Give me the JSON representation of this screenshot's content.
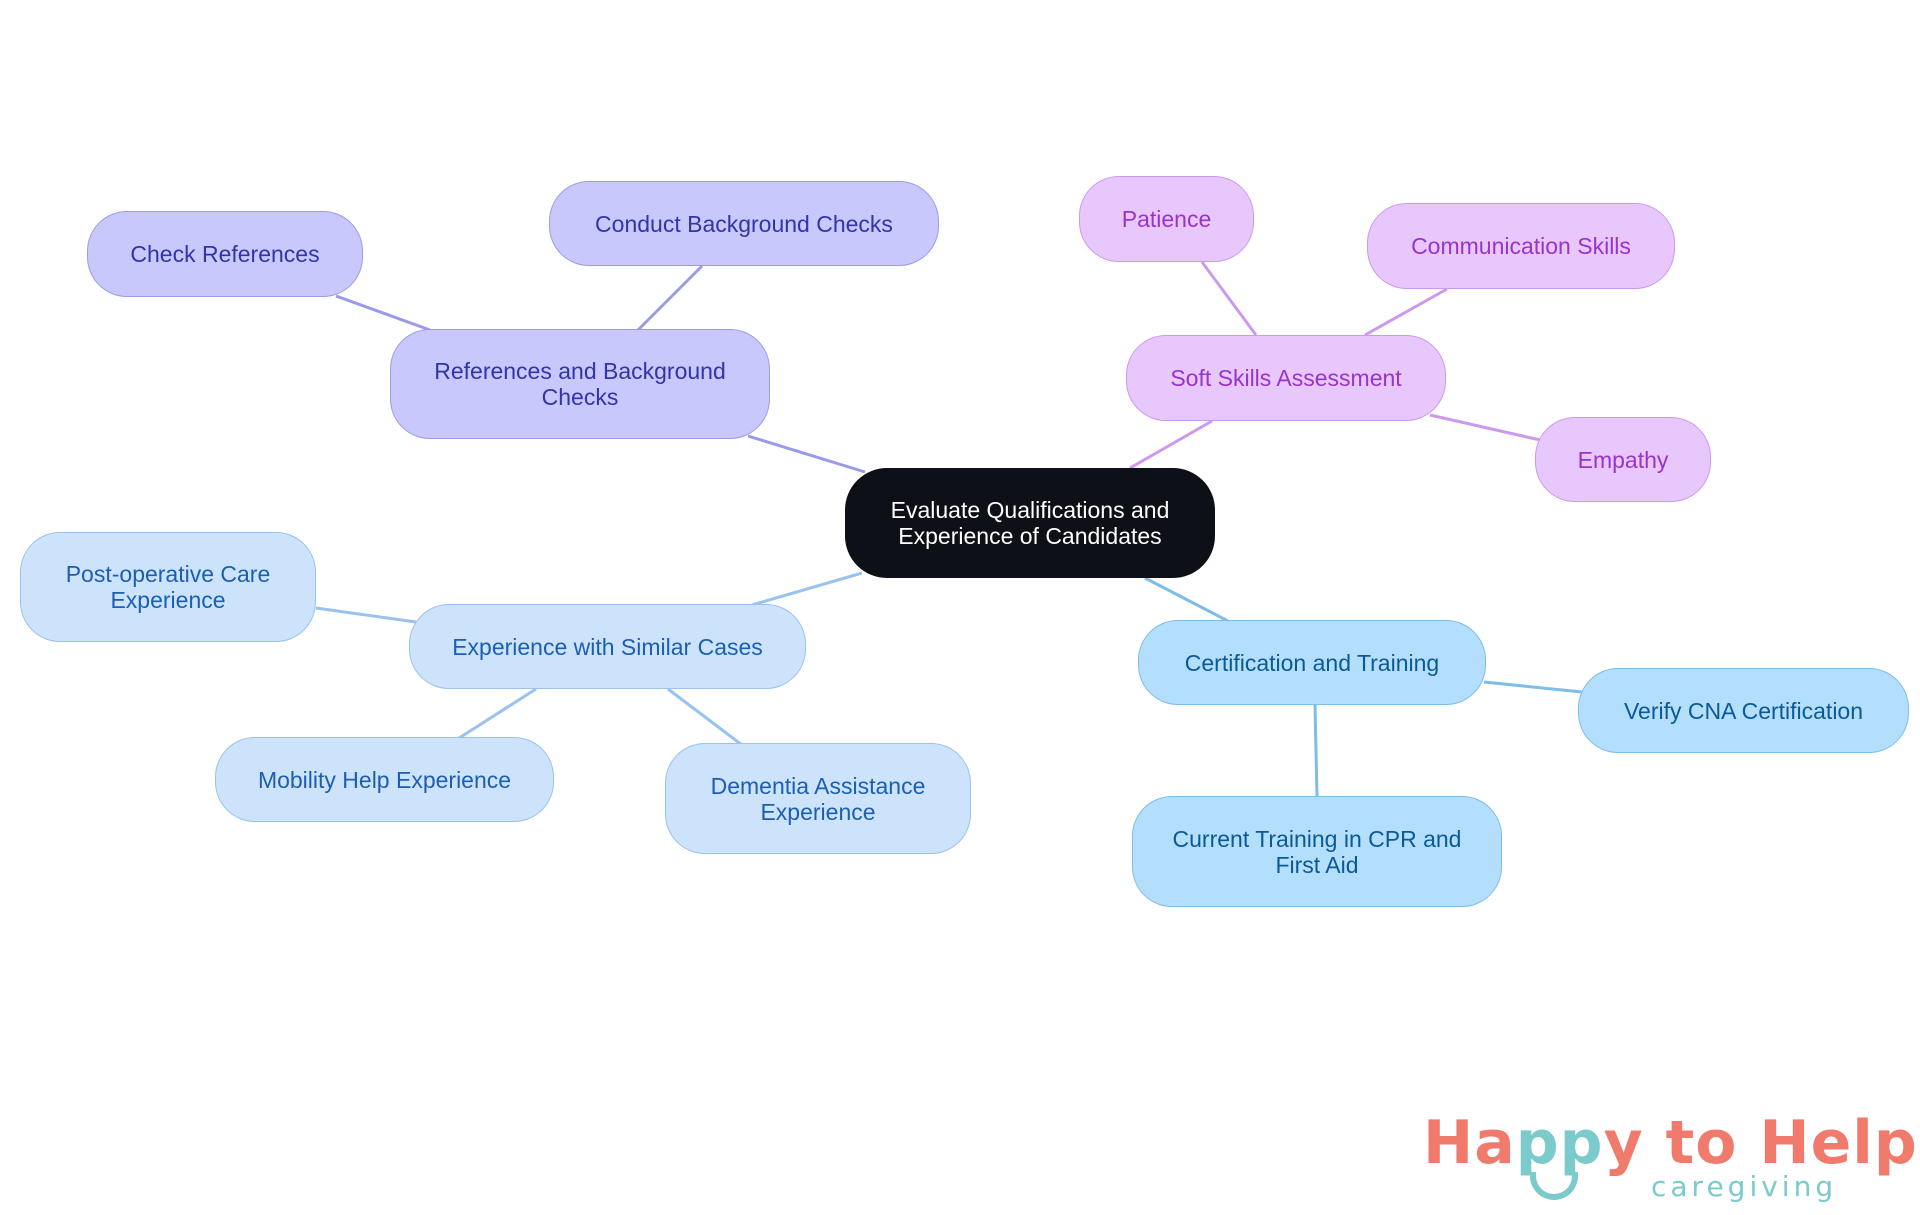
{
  "diagram": {
    "type": "mindmap",
    "root": {
      "label": "Evaluate Qualifications and Experience of Candidates"
    },
    "branches": [
      {
        "label": "References and Background Checks",
        "color": "#c8c8fc",
        "children": [
          {
            "label": "Check References"
          },
          {
            "label": "Conduct Background Checks"
          }
        ]
      },
      {
        "label": "Soft Skills Assessment",
        "color": "#e8c8fc",
        "children": [
          {
            "label": "Patience"
          },
          {
            "label": "Communication Skills"
          },
          {
            "label": "Empathy"
          }
        ]
      },
      {
        "label": "Experience with Similar Cases",
        "color": "#cde3fb",
        "children": [
          {
            "label": "Post-operative Care Experience"
          },
          {
            "label": "Mobility Help Experience"
          },
          {
            "label": "Dementia Assistance Experience"
          }
        ]
      },
      {
        "label": "Certification and Training",
        "color": "#b3defc",
        "children": [
          {
            "label": "Verify CNA Certification"
          },
          {
            "label": "Current Training in CPR and First Aid"
          }
        ]
      }
    ]
  },
  "logo": {
    "part1": "Ha",
    "part2": "pp",
    "part3": "y to Help",
    "subtitle": "caregiving",
    "primary_color": "#f07a6c",
    "accent_color": "#7ccbcc"
  }
}
